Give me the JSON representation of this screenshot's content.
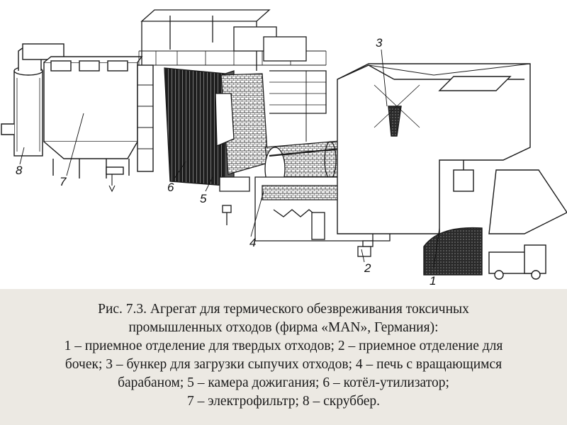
{
  "figure": {
    "callouts": [
      {
        "id": "1",
        "text": "1"
      },
      {
        "id": "2",
        "text": "2"
      },
      {
        "id": "3",
        "text": "3"
      },
      {
        "id": "4",
        "text": "4"
      },
      {
        "id": "5",
        "text": "5"
      },
      {
        "id": "6",
        "text": "6"
      },
      {
        "id": "7",
        "text": "7"
      },
      {
        "id": "8",
        "text": "8"
      }
    ],
    "colors": {
      "line": "#1a1a1a",
      "fill": "#ffffff",
      "dark": "#2a2a2a",
      "caption_bg": "#ece9e3"
    }
  },
  "caption": {
    "title_line1": "Рис. 7.3. Агрегат для термического обезвреживания токсичных",
    "title_line2": "промышленных отходов (фирма «MAN», Германия):",
    "legend_line1": "1 – приемное отделение для твердых отходов; 2 – приемное отделение для",
    "legend_line2": "бочек; 3 – бункер для загрузки сыпучих отходов; 4 – печь с вращающимся",
    "legend_line3": "барабаном; 5 – камера дожигания; 6 – котёл-утилизатор;",
    "legend_line4": "7 – электрофильтр; 8 – скруббер."
  }
}
